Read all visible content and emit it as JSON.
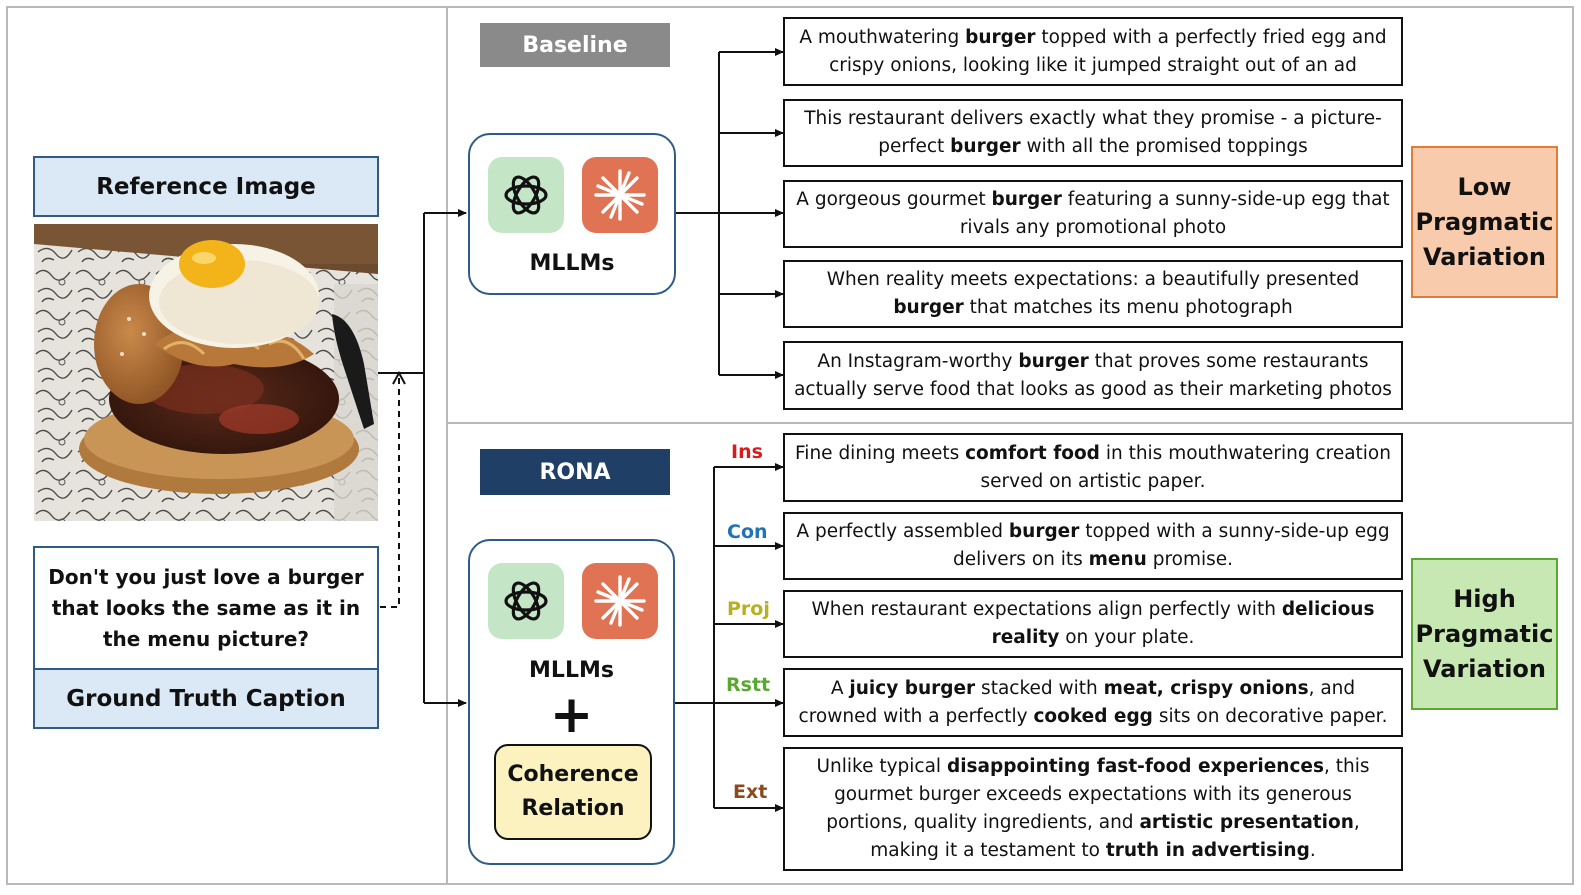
{
  "left": {
    "reference_image_label": "Reference Image",
    "ground_truth_caption": "Don't you just love a burger that looks the same as it in the menu picture?",
    "ground_truth_label": "Ground Truth Caption"
  },
  "baseline": {
    "tag": "Baseline",
    "mllm_label": "MLLMs",
    "captions": [
      {
        "parts": [
          {
            "t": "A mouthwatering "
          },
          {
            "t": "burger",
            "b": true
          },
          {
            "t": " topped with a perfectly fried egg and crispy onions, looking like it jumped straight out of an ad"
          }
        ]
      },
      {
        "parts": [
          {
            "t": "This restaurant delivers exactly what they promise - a picture-perfect "
          },
          {
            "t": "burger",
            "b": true
          },
          {
            "t": " with all the promised toppings"
          }
        ]
      },
      {
        "parts": [
          {
            "t": "A gorgeous gourmet "
          },
          {
            "t": "burger",
            "b": true
          },
          {
            "t": " featuring a sunny-side-up egg that rivals any promotional photo"
          }
        ]
      },
      {
        "parts": [
          {
            "t": "When reality meets expectations: a beautifully presented "
          },
          {
            "t": "burger",
            "b": true
          },
          {
            "t": " that matches its menu photograph"
          }
        ]
      },
      {
        "parts": [
          {
            "t": "An Instagram-worthy "
          },
          {
            "t": "burger",
            "b": true
          },
          {
            "t": " that proves some restaurants actually serve food that looks as good as their marketing photos"
          }
        ]
      }
    ],
    "variation_label": "Low Pragmatic Variation"
  },
  "rona": {
    "tag": "RONA",
    "mllm_label": "MLLMs",
    "plus": "+",
    "coherence_label": "Coherence Relation",
    "relations": [
      {
        "label": "Ins",
        "color": "#d81b1b"
      },
      {
        "label": "Con",
        "color": "#2273b5"
      },
      {
        "label": "Proj",
        "color": "#b9b020"
      },
      {
        "label": "Rstt",
        "color": "#5aa832"
      },
      {
        "label": "Ext",
        "color": "#8b4a1c"
      }
    ],
    "captions": [
      {
        "parts": [
          {
            "t": "Fine dining meets "
          },
          {
            "t": "comfort food",
            "b": true
          },
          {
            "t": " in this mouthwatering creation served on artistic paper."
          }
        ]
      },
      {
        "parts": [
          {
            "t": "A perfectly assembled "
          },
          {
            "t": "burger",
            "b": true
          },
          {
            "t": " topped with a sunny-side-up egg delivers on its "
          },
          {
            "t": "menu",
            "b": true
          },
          {
            "t": " promise."
          }
        ]
      },
      {
        "parts": [
          {
            "t": "When restaurant expectations align perfectly with "
          },
          {
            "t": "delicious reality",
            "b": true
          },
          {
            "t": " on your plate."
          }
        ]
      },
      {
        "parts": [
          {
            "t": "A "
          },
          {
            "t": "juicy burger",
            "b": true
          },
          {
            "t": " stacked with "
          },
          {
            "t": "meat, crispy onions",
            "b": true
          },
          {
            "t": ", and crowned with a perfectly "
          },
          {
            "t": "cooked egg",
            "b": true
          },
          {
            "t": " sits on decorative paper."
          }
        ]
      },
      {
        "parts": [
          {
            "t": "Unlike typical "
          },
          {
            "t": "disappointing fast-food experiences",
            "b": true
          },
          {
            "t": ", this gourmet burger exceeds expectations with its generous portions, quality ingredients, and "
          },
          {
            "t": "artistic presentation",
            "b": true
          },
          {
            "t": ", making it a testament to "
          },
          {
            "t": "truth in advertising",
            "b": true
          },
          {
            "t": "."
          }
        ]
      }
    ],
    "variation_label": "High Pragmatic Variation"
  },
  "colors": {
    "baseline_tag": "#8a8a8a",
    "rona_tag": "#1f3f66",
    "low_bg": "#f8cbad",
    "low_border": "#e07b39",
    "high_bg": "#c7e8b3",
    "high_border": "#5aa832",
    "coherence_bg": "#fbf2c0",
    "label_bg": "#dbe9f6",
    "label_border": "#2f5c86"
  },
  "icons": [
    "openai-icon",
    "claude-icon",
    "burger-photo"
  ]
}
